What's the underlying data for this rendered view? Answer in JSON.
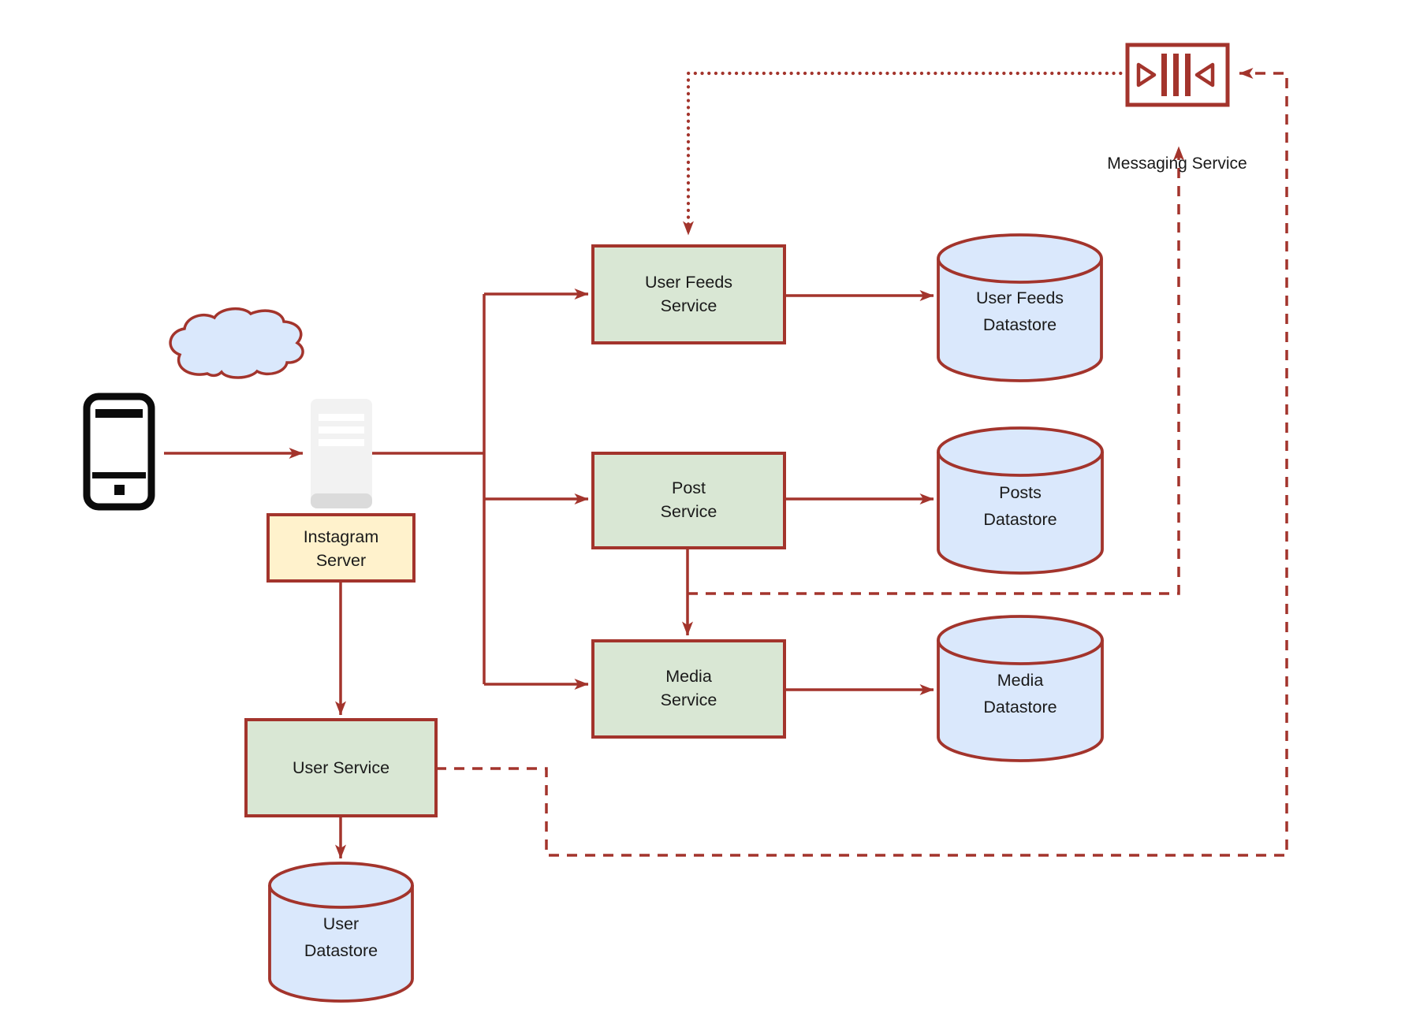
{
  "diagram": {
    "kind": "system-architecture",
    "colors": {
      "stroke_red": "#A3342C",
      "service_fill": "#D9E7D4",
      "datastore_fill": "#DAE8FC",
      "server_label_fill": "#FFF2CC",
      "server_icon_fill": "#F2F2F2",
      "phone_black": "#0B0B0B",
      "text": "#1A1A1A"
    },
    "labels": {
      "instagram_server": [
        "Instagram",
        "Server"
      ],
      "user_feeds_service": [
        "User Feeds",
        "Service"
      ],
      "post_service": [
        "Post",
        "Service"
      ],
      "media_service": [
        "Media",
        "Service"
      ],
      "user_service": [
        "User Service"
      ],
      "user_feeds_datastore": [
        "User Feeds",
        "Datastore"
      ],
      "posts_datastore": [
        "Posts",
        "Datastore"
      ],
      "media_datastore": [
        "Media",
        "Datastore"
      ],
      "user_datastore": [
        "User",
        "Datastore"
      ],
      "messaging_service": [
        "Messaging Service"
      ]
    },
    "nodes": [
      {
        "id": "client-phone",
        "type": "phone-icon"
      },
      {
        "id": "network-cloud",
        "type": "cloud-shape"
      },
      {
        "id": "instagram-server",
        "type": "server-icon",
        "label": "Instagram Server"
      },
      {
        "id": "user-feeds-service",
        "type": "service-box",
        "label": "User Feeds Service"
      },
      {
        "id": "post-service",
        "type": "service-box",
        "label": "Post Service"
      },
      {
        "id": "media-service",
        "type": "service-box",
        "label": "Media Service"
      },
      {
        "id": "user-service",
        "type": "service-box",
        "label": "User Service"
      },
      {
        "id": "user-feeds-datastore",
        "type": "database-cylinder",
        "label": "User Feeds Datastore"
      },
      {
        "id": "posts-datastore",
        "type": "database-cylinder",
        "label": "Posts Datastore"
      },
      {
        "id": "media-datastore",
        "type": "database-cylinder",
        "label": "Media Datastore"
      },
      {
        "id": "user-datastore",
        "type": "database-cylinder",
        "label": "User Datastore"
      },
      {
        "id": "messaging-service",
        "type": "message-queue-icon",
        "label": "Messaging Service"
      }
    ],
    "edges": [
      {
        "from": "client-phone",
        "to": "instagram-server",
        "style": "solid"
      },
      {
        "from": "instagram-server",
        "to": "user-feeds-service",
        "style": "solid"
      },
      {
        "from": "instagram-server",
        "to": "post-service",
        "style": "solid"
      },
      {
        "from": "instagram-server",
        "to": "media-service",
        "style": "solid"
      },
      {
        "from": "user-feeds-service",
        "to": "user-feeds-datastore",
        "style": "solid"
      },
      {
        "from": "post-service",
        "to": "posts-datastore",
        "style": "solid"
      },
      {
        "from": "media-service",
        "to": "media-datastore",
        "style": "solid"
      },
      {
        "from": "instagram-server",
        "to": "user-service",
        "style": "solid"
      },
      {
        "from": "user-service",
        "to": "user-datastore",
        "style": "solid"
      },
      {
        "from": "post-service",
        "to": "media-service",
        "style": "solid"
      },
      {
        "from": "post-service",
        "to": "messaging-service",
        "style": "dashed"
      },
      {
        "from": "user-service",
        "to": "messaging-service",
        "style": "dashed"
      },
      {
        "from": "messaging-service",
        "to": "user-feeds-service",
        "style": "dotted"
      }
    ]
  }
}
